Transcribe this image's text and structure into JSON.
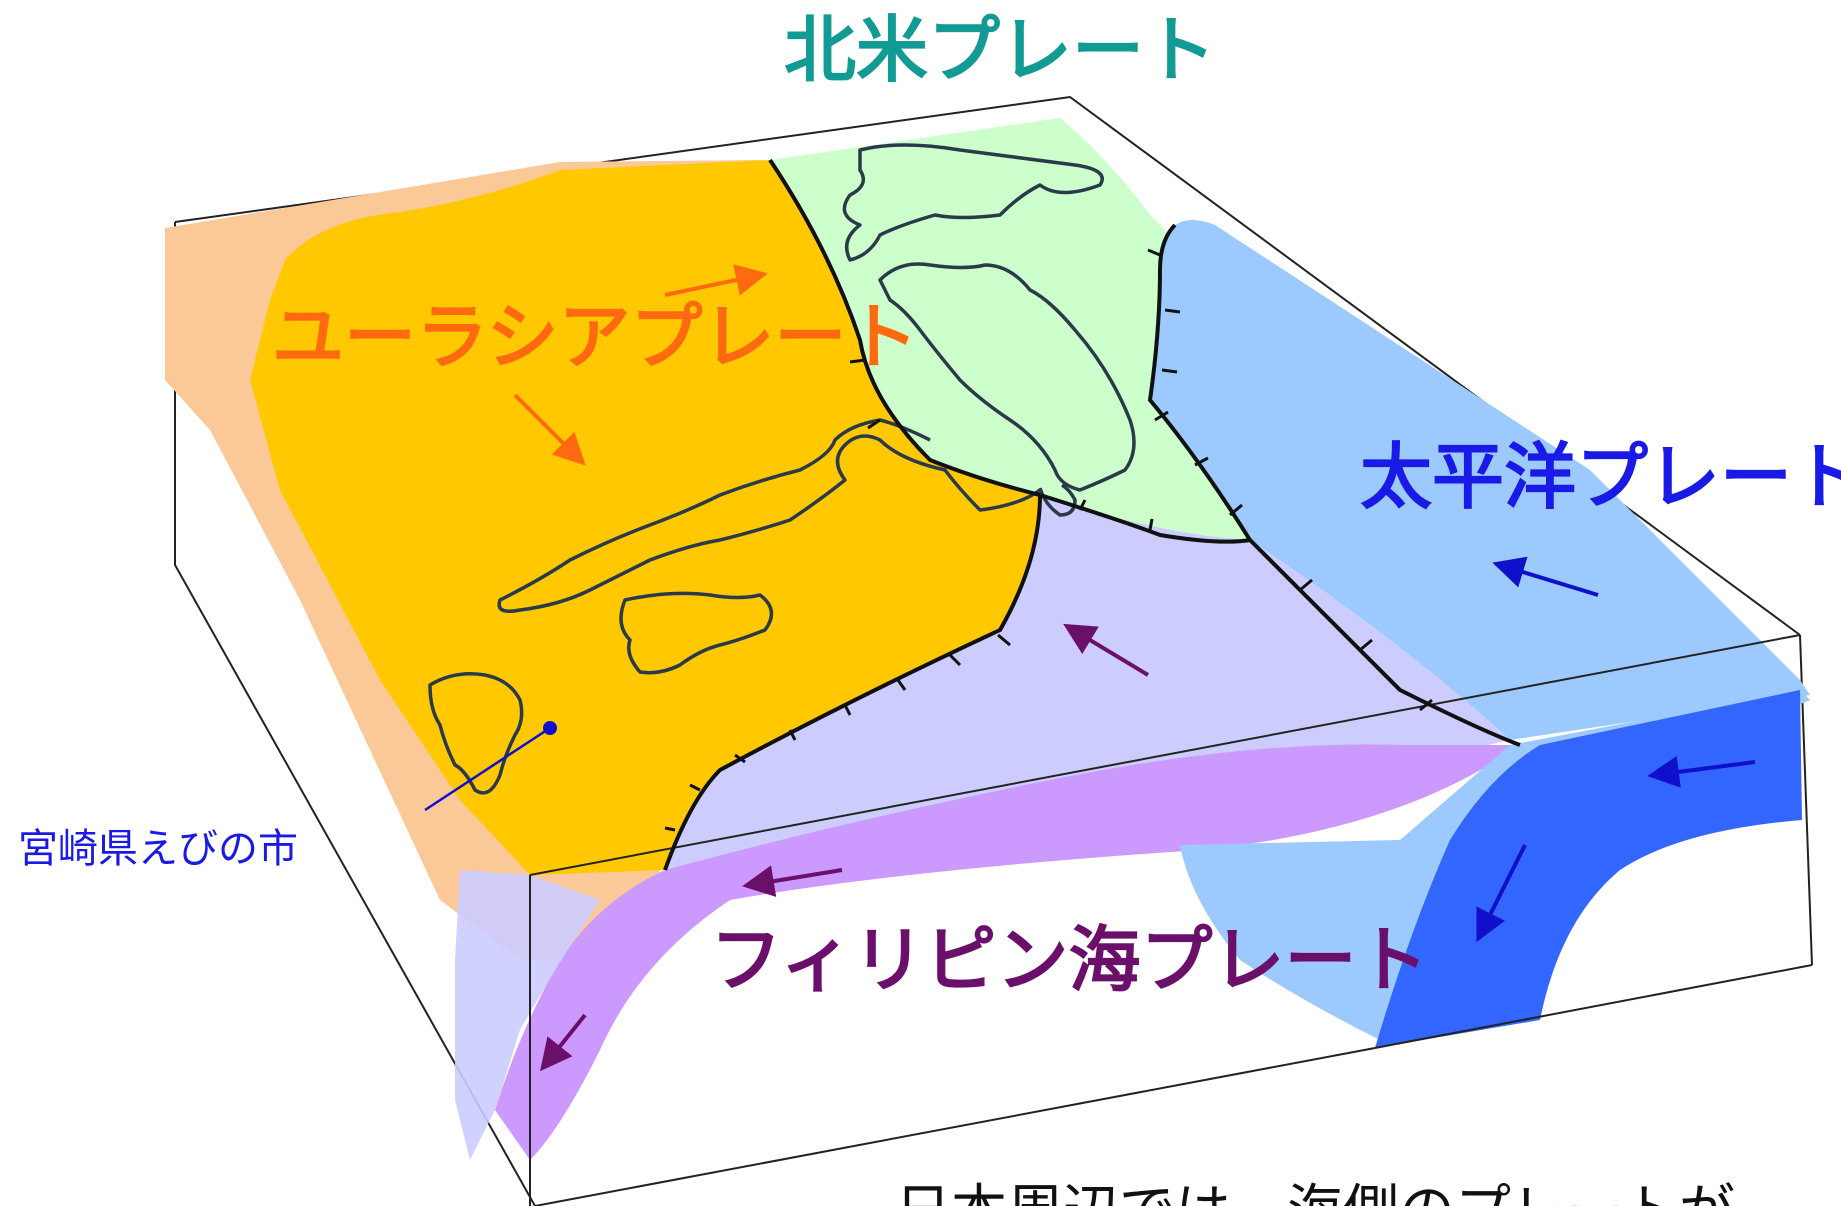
{
  "labels": {
    "north_american": "北米プレート",
    "eurasian": "ユーラシアプレート",
    "pacific": "太平洋プレート",
    "philippine": "フィリピン海プレート",
    "city": "宮崎県えびの市",
    "caption_partial": "日本周辺では、海側のプレートが"
  },
  "colors": {
    "north_american": "#129a94",
    "eurasian": "#ff6a10",
    "pacific": "#1a1ae6",
    "philippine": "#6a0f6a",
    "city": "#1a1ae6",
    "eurasian_fill": "#ffc800",
    "eurasian_margin_fill": "#fbc898",
    "north_american_fill": "#ccffcc",
    "pacific_fill": "#9ccaff",
    "pacific_slab_fill": "#3366ff",
    "philippine_fill": "#ccccff",
    "philippine_slab_fill": "#cc99ff"
  }
}
